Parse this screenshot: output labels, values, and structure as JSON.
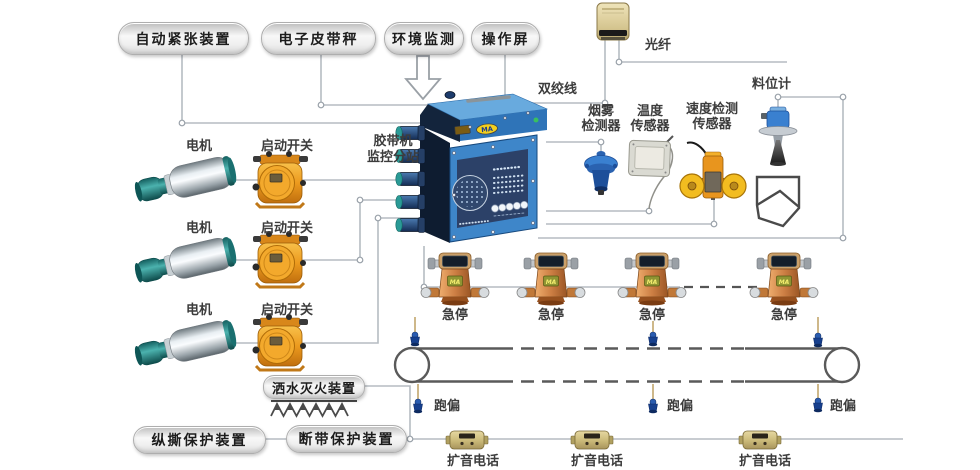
{
  "pills": {
    "auto_tension": "自动紧张装置",
    "belt_scale": "电子皮带秤",
    "env_monitor": "环境监测",
    "operator_screen": "操作屏",
    "sprinkler": "洒水灭火装置",
    "tear_protect": "纵撕保护装置",
    "break_protect": "断带保护装置"
  },
  "station": {
    "line1": "胶带机",
    "line2": "监控分站"
  },
  "lines": {
    "fiber": "光纤",
    "twisted_pair": "双绞线"
  },
  "sensors": {
    "smoke_line1": "烟雾",
    "smoke_line2": "检测器",
    "temp_line1": "温度",
    "temp_line2": "传感器",
    "speed_line1": "速度检测",
    "speed_line2": "传感器",
    "level": "料位计"
  },
  "left": {
    "motor": "电机",
    "starter": "启动开关"
  },
  "belt": {
    "estop": "急停",
    "deviation": "跑偏",
    "phone": "扩音电话"
  },
  "badges": {
    "ma": "MA"
  },
  "colors": {
    "box_blue": "#3e86c9",
    "panel_navy": "#2c4168",
    "switch_orange": "#e8951e",
    "estop_copper": "#c87a3e",
    "wire_gray": "#b6bcc2",
    "badge_yellow": "#f2cf1e"
  }
}
